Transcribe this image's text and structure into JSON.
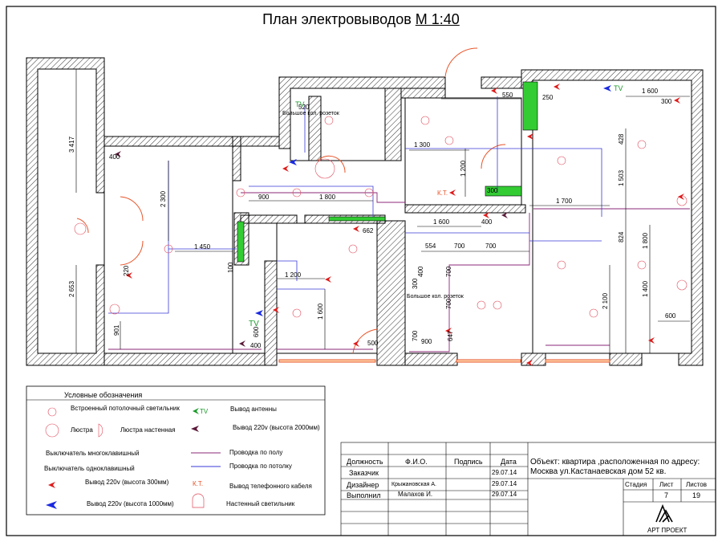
{
  "title": {
    "main": "План электровыводов",
    "scale": "М 1:40"
  },
  "dimensions": {
    "d3417": "3 417",
    "d2653": "2 653",
    "d400a": "400",
    "d2300": "2 300",
    "d1450": "1 450",
    "d220": "220",
    "d901": "901",
    "d900a": "900",
    "d1800a": "1 800",
    "d100": "100",
    "d1200a": "1 200",
    "d1600a": "1 600",
    "d600a": "600",
    "d400b": "400",
    "d662": "662",
    "d500": "500",
    "d520": "520",
    "d1300": "1 300",
    "d1200b": "1 200",
    "d550": "550",
    "d250": "250",
    "d300a": "300",
    "d1600b": "1 600",
    "d400c": "400",
    "d1700": "1 700",
    "d554": "554",
    "d700a": "700",
    "d700b": "700",
    "d300b": "300",
    "d400d": "400",
    "d700c": "700",
    "d700d": "700",
    "d700e": "700",
    "d900b": "900",
    "d647": "647",
    "d2100": "2 100",
    "d1400": "1 400",
    "d1600c": "1 600",
    "d300c": "300",
    "d428": "428",
    "d1503": "1 503",
    "d824": "824",
    "d1800b": "1 800",
    "d600b": "600"
  },
  "labels": {
    "sockets_a": "Большое кол. розеток",
    "sockets_b": "Большое кол. розеток",
    "tv1": "TV",
    "tv2": "TV",
    "tv3": "TV",
    "kt1": "К.Т."
  },
  "legend": {
    "heading": "Условные обозначения",
    "items": {
      "ceiling_light": "Встроенный потолочный светильник",
      "chandelier": "Люстра",
      "wall_chandelier": "Люстра настенная",
      "multi_switch": "Выключатель многоклавишный",
      "single_switch": "Выключатель одноклавишный",
      "out300": "Вывод 220v (высота 300мм)",
      "out1000": "Вывод 220v (высота 1000мм)",
      "tv_symbol": "TV",
      "antenna": "Вывод антенны",
      "out2000": "Вывод 220v (высота 2000мм)",
      "floor_wiring": "Проводка по полу",
      "ceiling_wiring": "Проводка по потолку",
      "kt_symbol": "К.Т.",
      "phone": "Вывод телефонного кабеля",
      "wall_light": "Настенный светильник"
    }
  },
  "stamp": {
    "head": {
      "role": "Должность",
      "name": "Ф.И.О.",
      "sign": "Подпись",
      "date": "Дата"
    },
    "rows": [
      {
        "role": "Заказчик",
        "name": "",
        "date": "29.07.14"
      },
      {
        "role": "Дизайнер",
        "name": "Крыжановская А.",
        "date": "29.07.14"
      },
      {
        "role": "Выполнил",
        "name": "Малахов И.",
        "date": "29.07.14"
      }
    ],
    "object_line1": "Объект: квартира ,расположенная по адресу:",
    "object_line2": "Москва ул.Кастанаевская дом 52 кв.",
    "stage_label": "Стадия",
    "sheet_label": "Лист",
    "sheets_label": "Листов",
    "sheet": "7",
    "sheets": "19",
    "company": "АРТ ПРОЕКТ"
  },
  "colors": {
    "floor_wiring": "#8b2a7a",
    "ceiling_wiring": "#3a3ad8",
    "outlet300": "#e01a1a",
    "outlet1000": "#1a2ae0",
    "antenna": "#1a9a2a",
    "tile": "#33cc33",
    "door": "#e8552a"
  }
}
